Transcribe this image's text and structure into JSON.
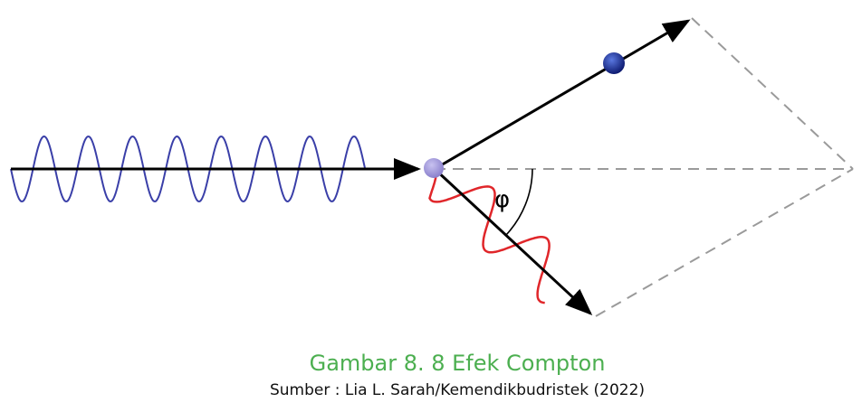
{
  "diagram": {
    "angle_label": "φ",
    "colors": {
      "incident_wave": "#3a3fa8",
      "scattered_wave": "#e0262a",
      "arrow": "#000000",
      "dashed": "#9a9a9a",
      "electron_target": "#9a92d6",
      "electron_recoil": "#1a2a8a"
    }
  },
  "caption": {
    "title": "Gambar 8. 8 Efek Compton",
    "title_color": "#4caf50",
    "source": "Sumber : Lia L. Sarah/Kemendikbudristek (2022)"
  }
}
